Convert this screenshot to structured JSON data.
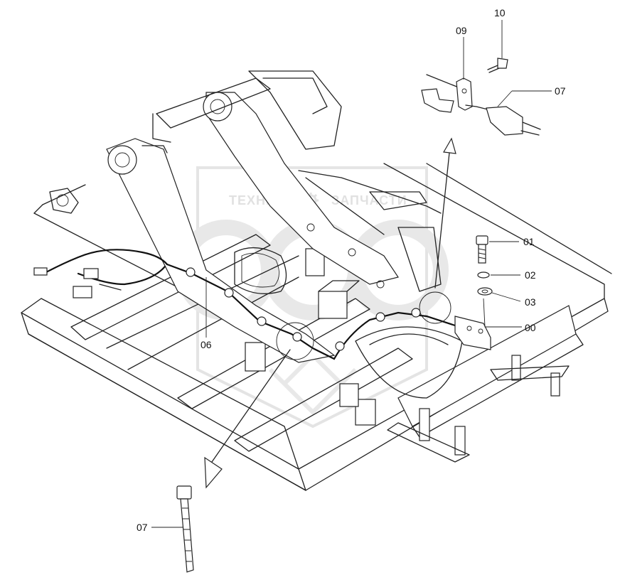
{
  "watermark": {
    "left_text": "ТЕХНИКА",
    "right_text": "ЗАПЧАСТИ",
    "gear_icon": "gear-icon",
    "color": "#c9c9c9"
  },
  "callouts": [
    {
      "id": "c10",
      "label": "10"
    },
    {
      "id": "c09",
      "label": "09"
    },
    {
      "id": "c07a",
      "label": "07"
    },
    {
      "id": "c01",
      "label": "01"
    },
    {
      "id": "c02",
      "label": "02"
    },
    {
      "id": "c03",
      "label": "03"
    },
    {
      "id": "c00",
      "label": "00"
    },
    {
      "id": "c06",
      "label": "06"
    },
    {
      "id": "c07b",
      "label": "07"
    }
  ]
}
